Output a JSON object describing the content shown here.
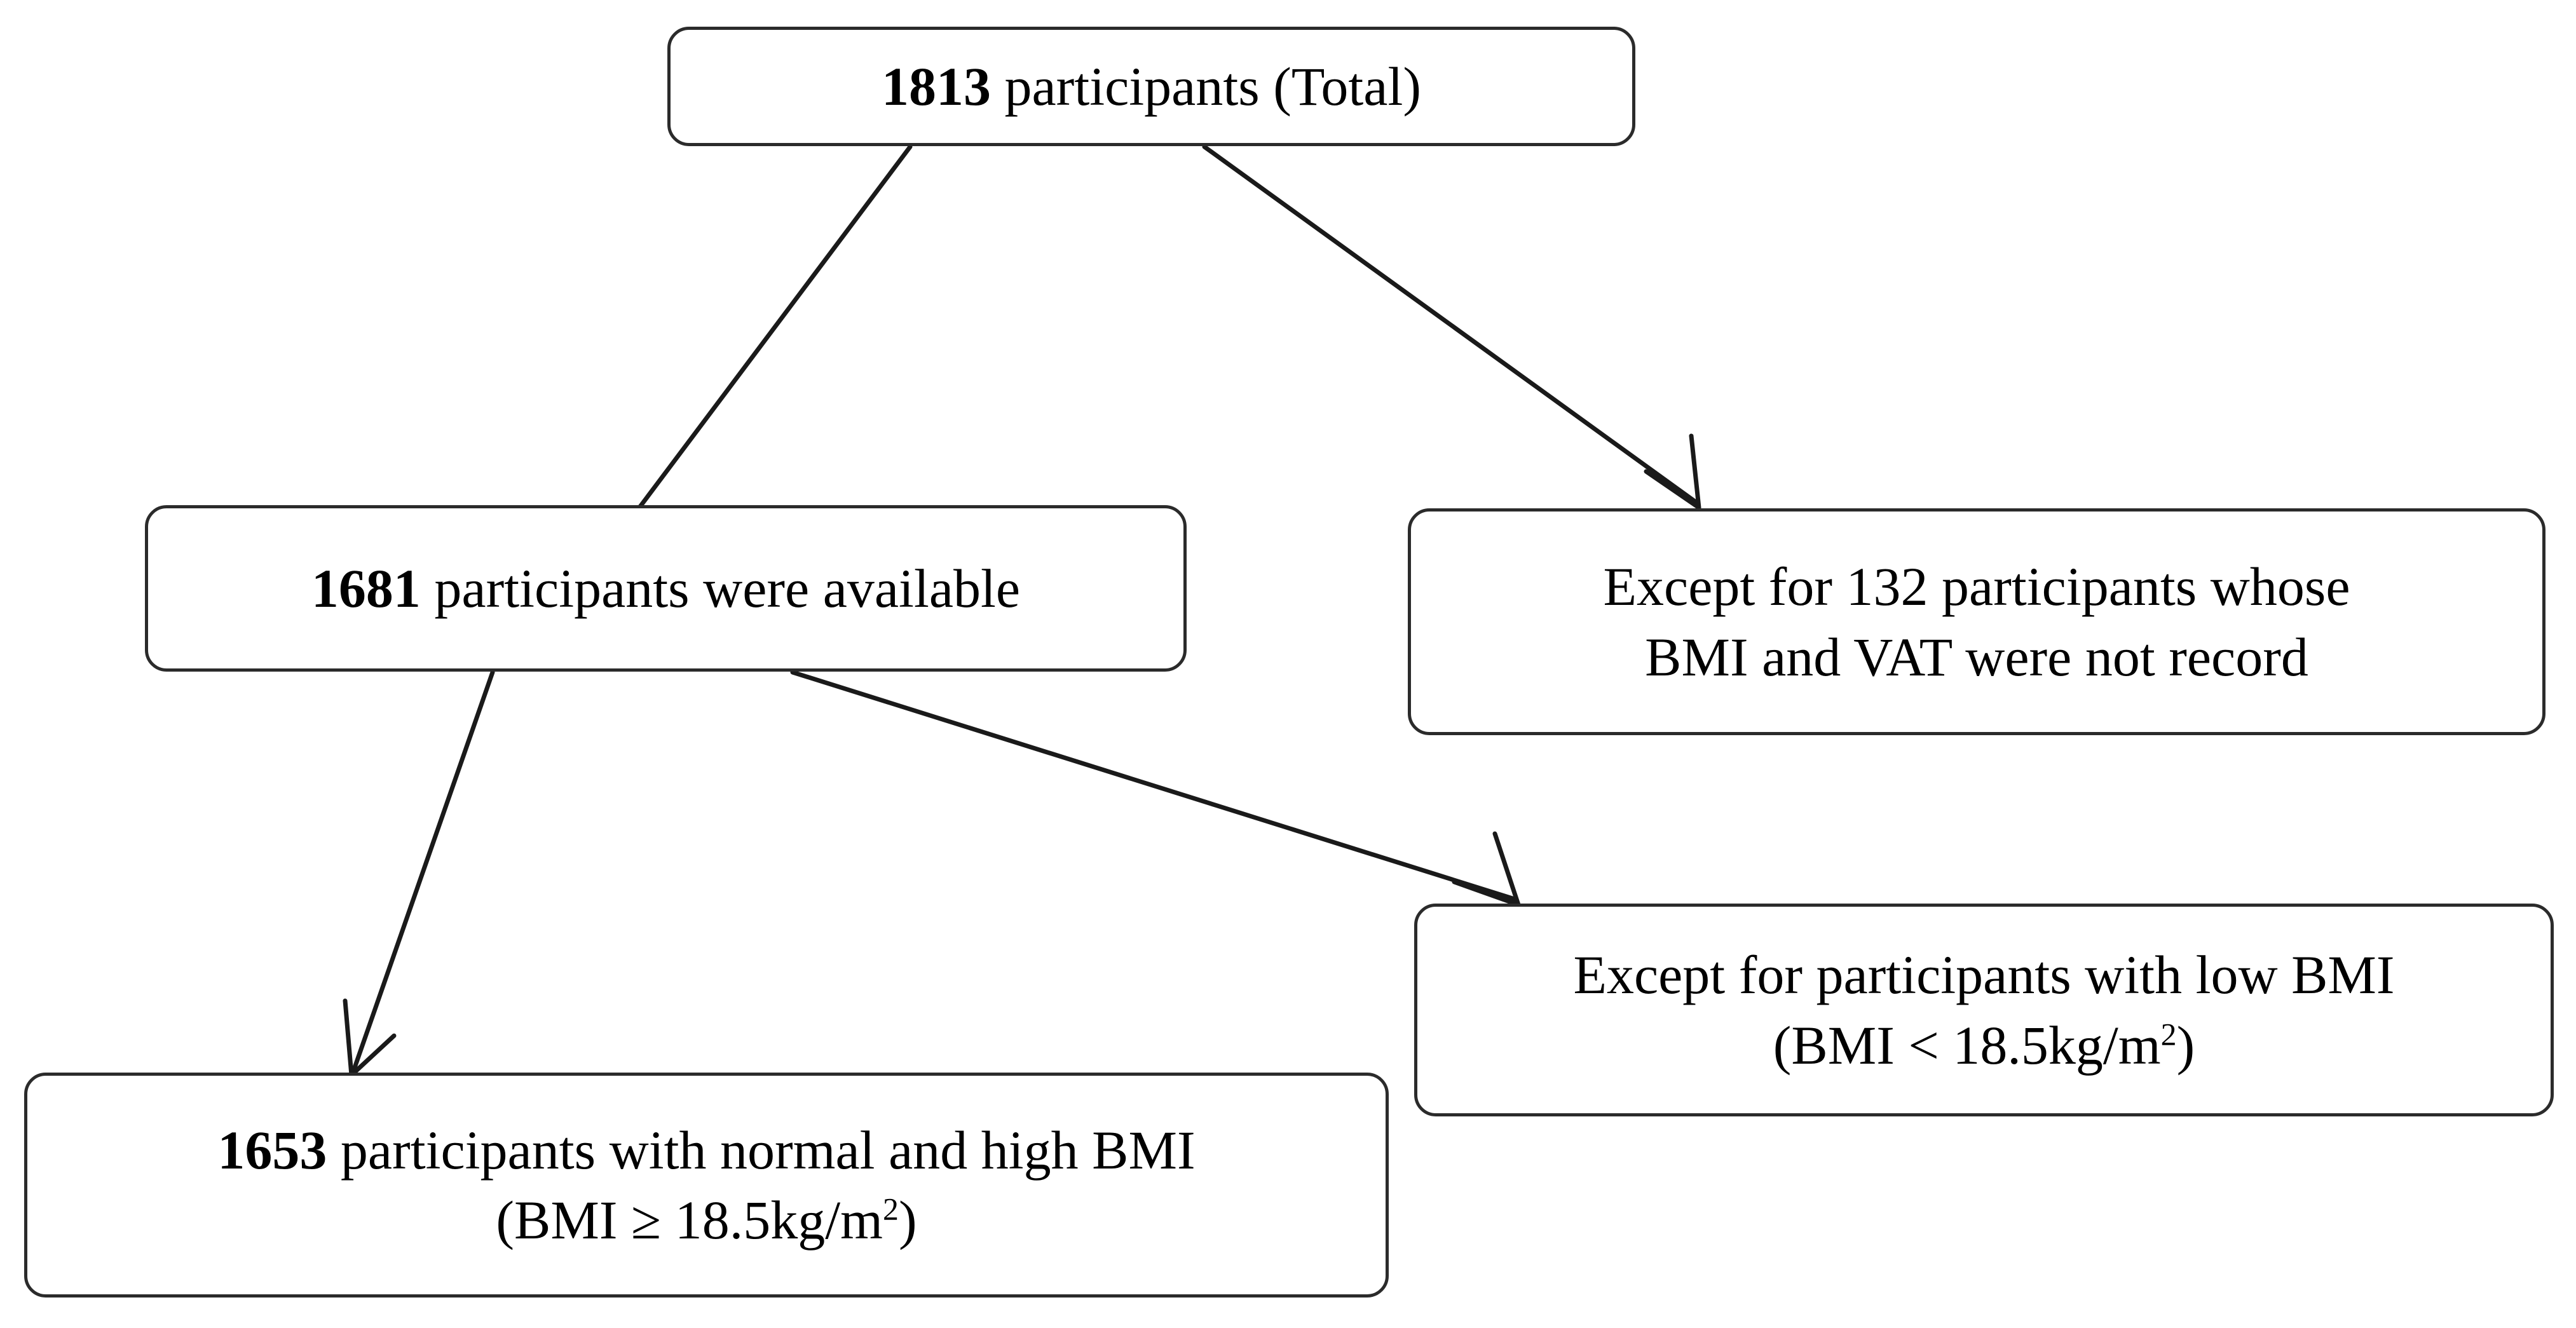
{
  "diagram": {
    "type": "flowchart",
    "title": "Participant selection flow",
    "colors": {
      "box_border": "#2b2b2b",
      "box_fill": "#ffffff",
      "arrow": "#1a1a1a",
      "text": "#000000",
      "background": "#ffffff"
    },
    "nodes": [
      {
        "id": "total",
        "name": "total-participants-box",
        "count": "1813",
        "lines": [
          {
            "bold_prefix": "1813",
            "rest": " participants (Total)"
          }
        ],
        "plain_text": "1813 participants (Total)"
      },
      {
        "id": "available",
        "name": "available-participants-box",
        "count": "1681",
        "lines": [
          {
            "bold_prefix": "1681",
            "rest": " participants were available"
          }
        ],
        "plain_text": "1681 participants were available"
      },
      {
        "id": "excluded-record",
        "name": "excluded-missing-record-box",
        "count": "132",
        "lines": [
          {
            "bold_prefix": "",
            "rest": "Except for 132 participants whose"
          },
          {
            "bold_prefix": "",
            "rest": "BMI and VAT were not record"
          }
        ],
        "plain_text": "Except for 132 participants whose BMI and VAT were not record"
      },
      {
        "id": "excluded-lowbmi",
        "name": "excluded-low-bmi-box",
        "count": "",
        "lines": [
          {
            "bold_prefix": "",
            "rest": "Except for participants with low BMI"
          },
          {
            "bold_prefix": "",
            "rest": "(BMI < 18.5kg/m",
            "sup": "2",
            "tail": ")"
          }
        ],
        "plain_text": "Except for participants with low BMI (BMI < 18.5kg/m2)"
      },
      {
        "id": "final",
        "name": "final-cohort-box",
        "count": "1653",
        "lines": [
          {
            "bold_prefix": "1653",
            "rest": " participants with normal and high BMI"
          },
          {
            "bold_prefix": "",
            "rest": "(BMI ≥ 18.5kg/m",
            "sup": "2",
            "tail": ")"
          }
        ],
        "plain_text": "1653 participants with normal and high BMI (BMI ≥ 18.5kg/m2)"
      }
    ],
    "edges": [
      {
        "id": "e1",
        "name": "arrow-total-to-available",
        "from": "total",
        "to": "available",
        "label": ""
      },
      {
        "id": "e2",
        "name": "arrow-total-to-excluded-record",
        "from": "total",
        "to": "excluded-record",
        "label": ""
      },
      {
        "id": "e3",
        "name": "arrow-available-to-final",
        "from": "available",
        "to": "final",
        "label": ""
      },
      {
        "id": "e4",
        "name": "arrow-available-to-excluded-lowbmi",
        "from": "available",
        "to": "excluded-lowbmi",
        "label": ""
      }
    ]
  }
}
